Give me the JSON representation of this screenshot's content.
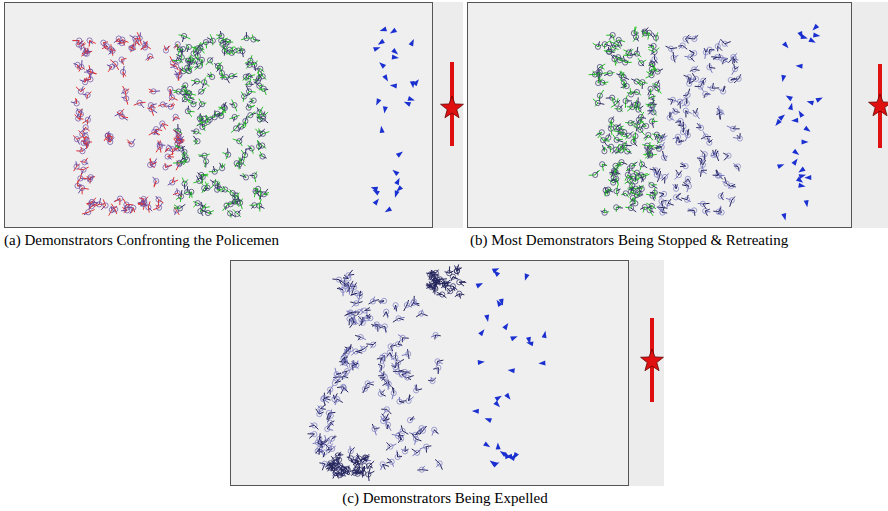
{
  "diagram": {
    "labels": [
      "(a)    Demonstrators Confronting the Policemen",
      "(b) Most Demonstrators Being Stopped & Retreating",
      "(c) Demonstrators Being Expelled"
    ]
  }
}
